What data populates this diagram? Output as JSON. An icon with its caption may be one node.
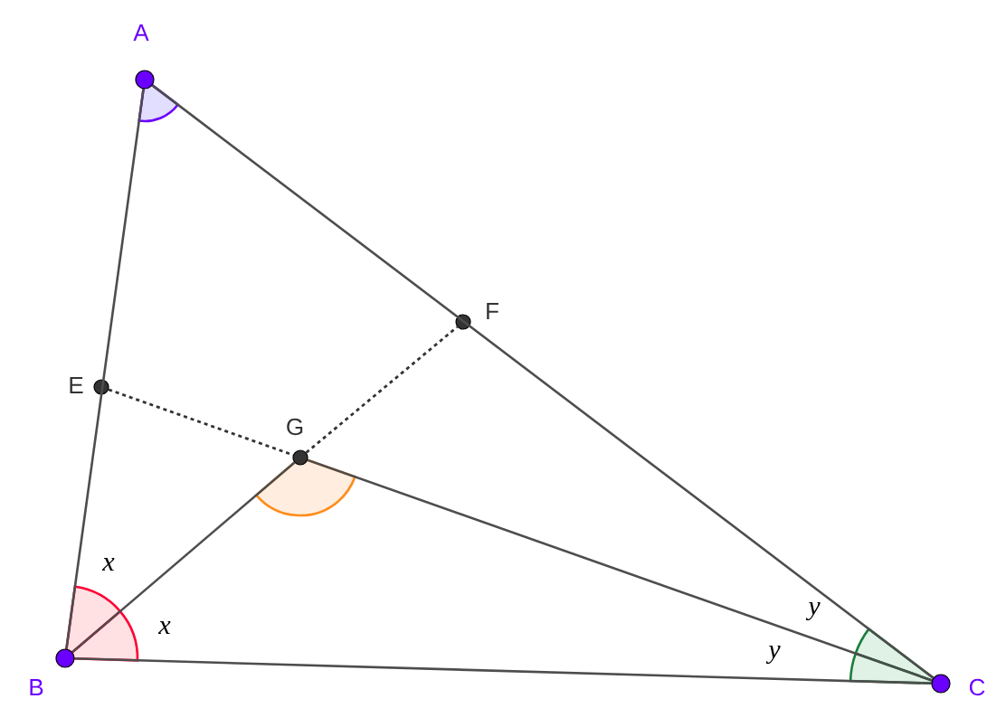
{
  "diagram": {
    "nodes": [
      {
        "text": [
          "A"
        ]
      },
      {
        "text": [
          "B"
        ]
      },
      {
        "text": [
          "C"
        ]
      },
      {
        "text": [
          "E"
        ]
      },
      {
        "text": [
          "F"
        ]
      },
      {
        "text": [
          "G"
        ]
      }
    ],
    "edges": [
      {
        "from": 0,
        "to": 1,
        "arrow": "none"
      },
      {
        "from": 0,
        "to": 2,
        "arrow": "none"
      },
      {
        "from": 1,
        "to": 2,
        "arrow": "none"
      },
      {
        "from": 1,
        "to": 5,
        "arrow": "none"
      },
      {
        "from": 5,
        "to": 2,
        "arrow": "none"
      },
      {
        "from": 3,
        "to": 5,
        "arrow": "none",
        "style": "dashed"
      },
      {
        "from": 5,
        "to": 4,
        "arrow": "none",
        "style": "dashed"
      }
    ],
    "labels": [
      "x",
      "x",
      "y",
      "y"
    ]
  }
}
